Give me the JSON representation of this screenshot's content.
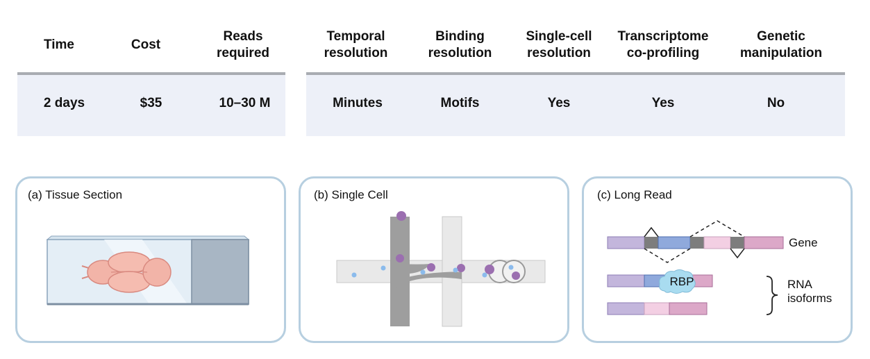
{
  "table": {
    "headers": [
      {
        "key": "time",
        "label": "Time"
      },
      {
        "key": "cost",
        "label": "Cost"
      },
      {
        "key": "reads",
        "label": "Reads\nrequired"
      },
      {
        "key": "temporal",
        "label": "Temporal\nresolution"
      },
      {
        "key": "binding",
        "label": "Binding\nresolution"
      },
      {
        "key": "singlecell",
        "label": "Single-cell\nresolution"
      },
      {
        "key": "transcriptome",
        "label": "Transcriptome\nco-profiling"
      },
      {
        "key": "genetic",
        "label": "Genetic\nmanipulation"
      }
    ],
    "values": [
      "2 days",
      "$35",
      "10–30 M",
      "Minutes",
      "Motifs",
      "Yes",
      "Yes",
      "No"
    ]
  },
  "panels": {
    "a": {
      "title": "(a) Tissue Section"
    },
    "b": {
      "title": "(b) Single Cell"
    },
    "c": {
      "title": "(c) Long Read",
      "gene_label": "Gene",
      "rbp_label": "RBP",
      "isoforms_label": "RNA\nisoforms"
    }
  },
  "colors": {
    "panel_border": "#b7cfe0",
    "row_bg": "#edf0f8",
    "exon_purple": "#c3b6dc",
    "exon_blue": "#8fa9dc",
    "exon_pink": "#f3cfe3",
    "exon_magenta": "#dca8c8",
    "intron_gray": "#7d7d7d",
    "rbp_fill": "#a9dcf0",
    "bead_purple": "#9b6fb0",
    "bead_blue": "#8bbbec"
  }
}
